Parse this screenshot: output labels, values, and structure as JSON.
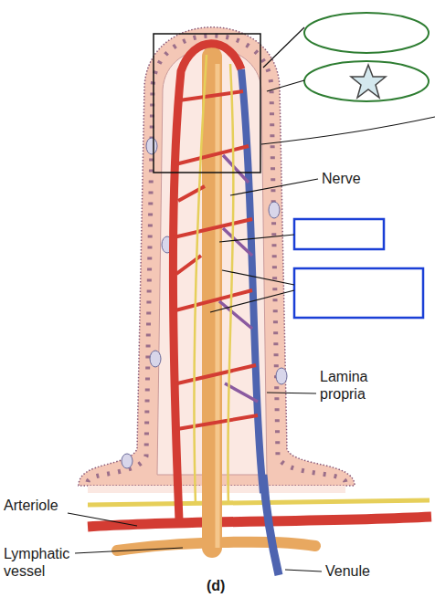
{
  "diagram": {
    "labels": [
      "Nerve",
      "Lamina propria",
      "Arteriole",
      "Lymphatic vessel",
      "Venule",
      "(d)"
    ]
  }
}
